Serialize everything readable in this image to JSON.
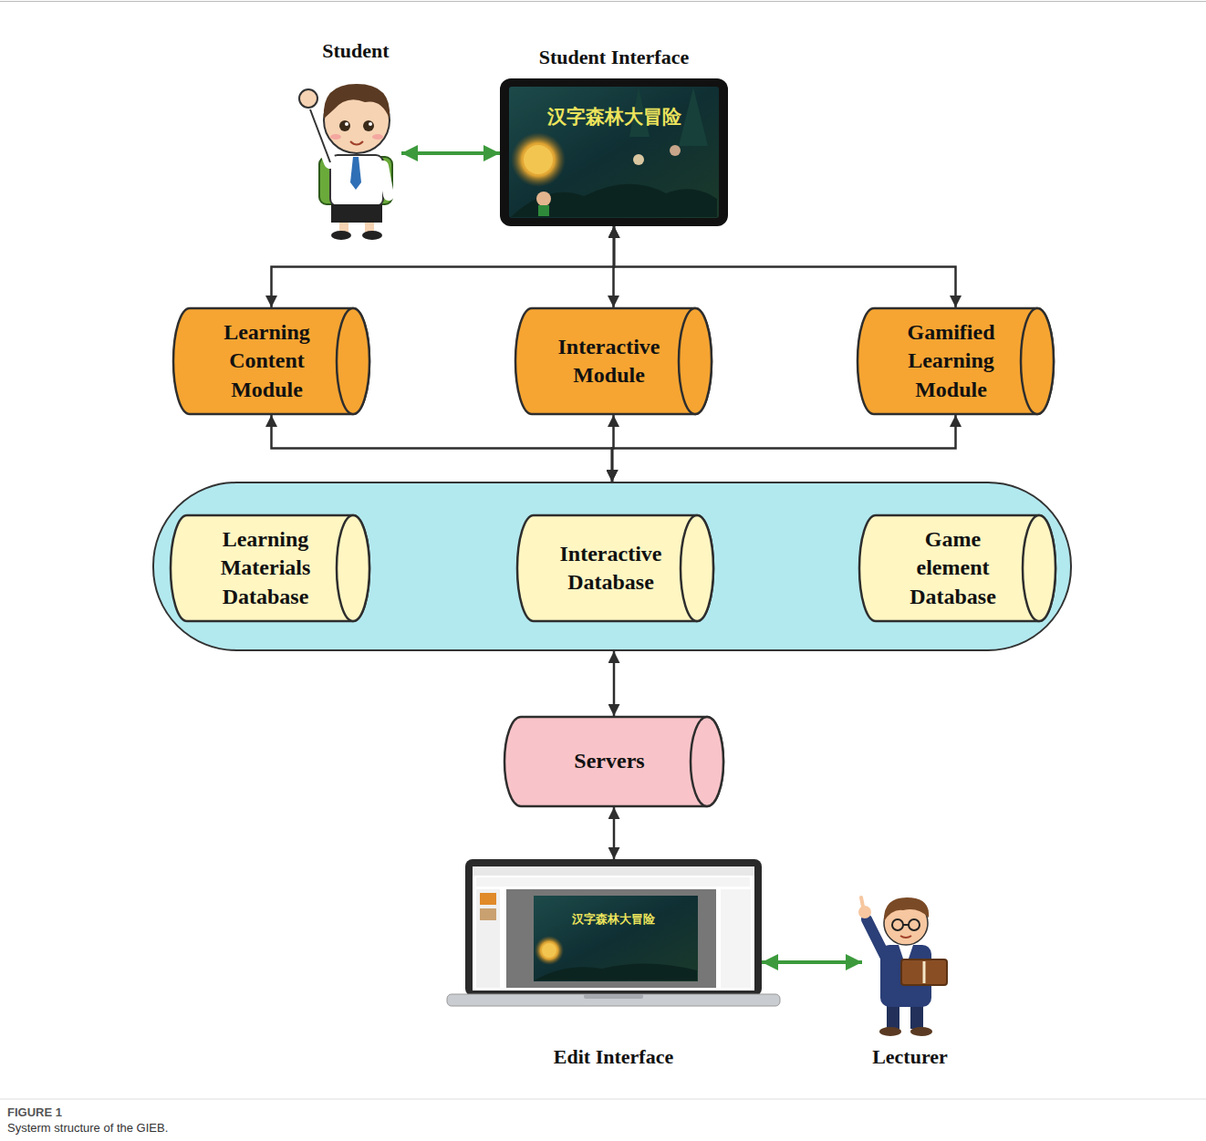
{
  "diagram": {
    "caption": "Systerm structure of the GIEB.",
    "nodes": [
      {
        "text": [
          "Student"
        ]
      },
      {
        "text": [
          "Student Interface",
          "汉字森林大冒险"
        ]
      },
      {
        "text": [
          "Learning Content Module"
        ]
      },
      {
        "text": [
          "Interactive Module"
        ]
      },
      {
        "text": [
          "Gamified Learning Module"
        ]
      },
      {
        "text": []
      },
      {
        "text": [
          "Learning Materials Database"
        ],
        "in": 5
      },
      {
        "text": [
          "Interactive Database"
        ],
        "in": 5
      },
      {
        "text": [
          "Game element Database"
        ],
        "in": 5
      },
      {
        "text": [
          "Servers"
        ]
      },
      {
        "text": [
          "汉字森林大冒险",
          "Edit Interface"
        ]
      },
      {
        "text": [
          "Lecturer"
        ]
      }
    ],
    "edges": [
      {
        "from": 0,
        "to": 1,
        "arrow": "both"
      },
      {
        "from": 1,
        "to": 2,
        "arrow": "both"
      },
      {
        "from": 1,
        "to": 3,
        "arrow": "both"
      },
      {
        "from": 1,
        "to": 4,
        "arrow": "both"
      },
      {
        "from": 2,
        "to": 5,
        "arrow": "both"
      },
      {
        "from": 3,
        "to": 5,
        "arrow": "both"
      },
      {
        "from": 4,
        "to": 5,
        "arrow": "both"
      },
      {
        "from": 5,
        "to": 9,
        "arrow": "both"
      },
      {
        "from": 9,
        "to": 10,
        "arrow": "both"
      },
      {
        "from": 10,
        "to": 11,
        "arrow": "both"
      }
    ],
    "labels": [
      "FIGURE 1"
    ]
  }
}
